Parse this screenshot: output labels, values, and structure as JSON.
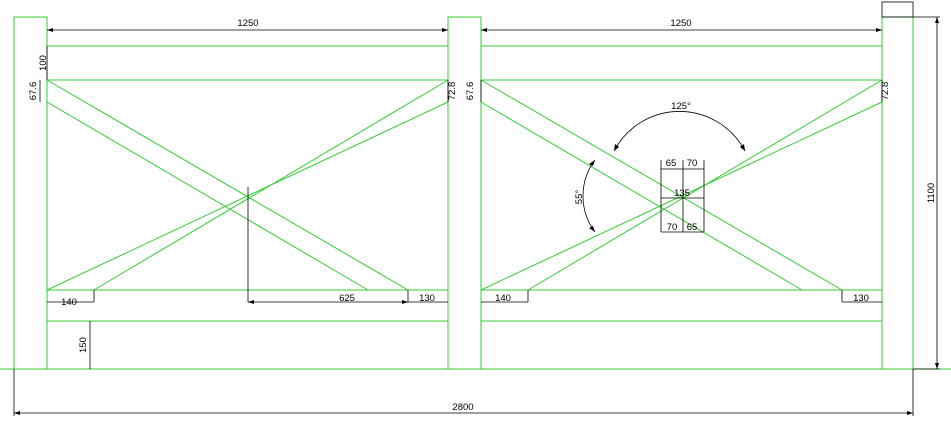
{
  "drawing": {
    "line_color": "#33cc33",
    "dimension_color": "#000000",
    "dimensions": {
      "left_span_width": "1250",
      "right_span_width": "1250",
      "top_offset": "100",
      "left_rail_height": "67.6",
      "mid_rail_height_left": "72.8",
      "mid_rail_height_right": "67.6",
      "right_rail_height": "72.8",
      "cross_center_horizontal": "625",
      "left_foot_left_span": "140",
      "right_foot_left_span": "130",
      "left_foot_right_span": "140",
      "right_foot_right_span": "130",
      "bottom_rail_height": "150",
      "overall_height": "1100",
      "overall_width": "2800",
      "cross_angle_top": "125°",
      "cross_angle_left": "55°",
      "joint_top_left": "65",
      "joint_top_right": "70",
      "joint_width": "135",
      "joint_bottom_left": "70",
      "joint_bottom_right": "65"
    }
  }
}
